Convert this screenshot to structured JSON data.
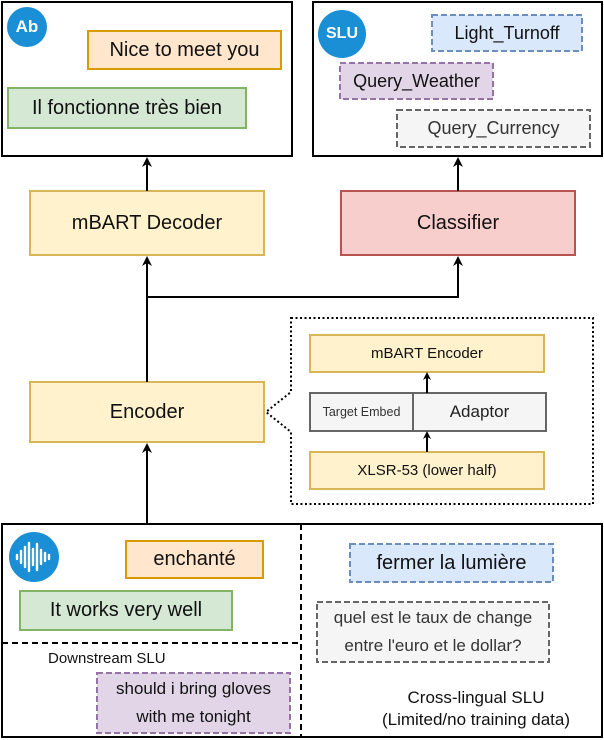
{
  "top_left_panel": {
    "badge": "Ab",
    "chip_orange": "Nice to meet you",
    "chip_green": "Il fonctionne très bien"
  },
  "top_right_panel": {
    "badge": "SLU",
    "chip_blue": "Light_Turnoff",
    "chip_purple": "Query_Weather",
    "chip_gray": "Query_Currency"
  },
  "blocks": {
    "decoder": "mBART Decoder",
    "classifier": "Classifier",
    "encoder": "Encoder"
  },
  "encoder_detail": {
    "mbart_encoder": "mBART Encoder",
    "target_embed": "Target Embed",
    "adaptor": "Adaptor",
    "xlsr": "XLSR-53 (lower half)"
  },
  "input_panel": {
    "chip_orange": "enchanté",
    "chip_green": "It works very well",
    "downstream_label": "Downstream SLU",
    "chip_purple_line1": "should i bring gloves",
    "chip_purple_line2": "with me tonight",
    "chip_blue": "fermer la lumière",
    "chip_gray_line1": "quel est le taux de change",
    "chip_gray_line2": "entre l'euro et le dollar?",
    "crosslingual_line1": "Cross-lingual SLU",
    "crosslingual_line2": "(Limited/no training data)"
  },
  "colors": {
    "yellow_fill": "#fff2cc",
    "yellow_stroke": "#d6b656",
    "red_fill": "#f8cecc",
    "red_stroke": "#b85450",
    "orange_fill": "#ffe6cc",
    "orange_stroke": "#d79b00",
    "green_fill": "#d5e8d4",
    "green_stroke": "#82b366",
    "blue_fill": "#dae8fc",
    "blue_stroke": "#6c8ebf",
    "purple_fill": "#e1d5e7",
    "purple_stroke": "#9673a6",
    "gray_fill": "#f5f5f5",
    "gray_stroke": "#666666",
    "badge_blue": "#1a8fd6"
  }
}
